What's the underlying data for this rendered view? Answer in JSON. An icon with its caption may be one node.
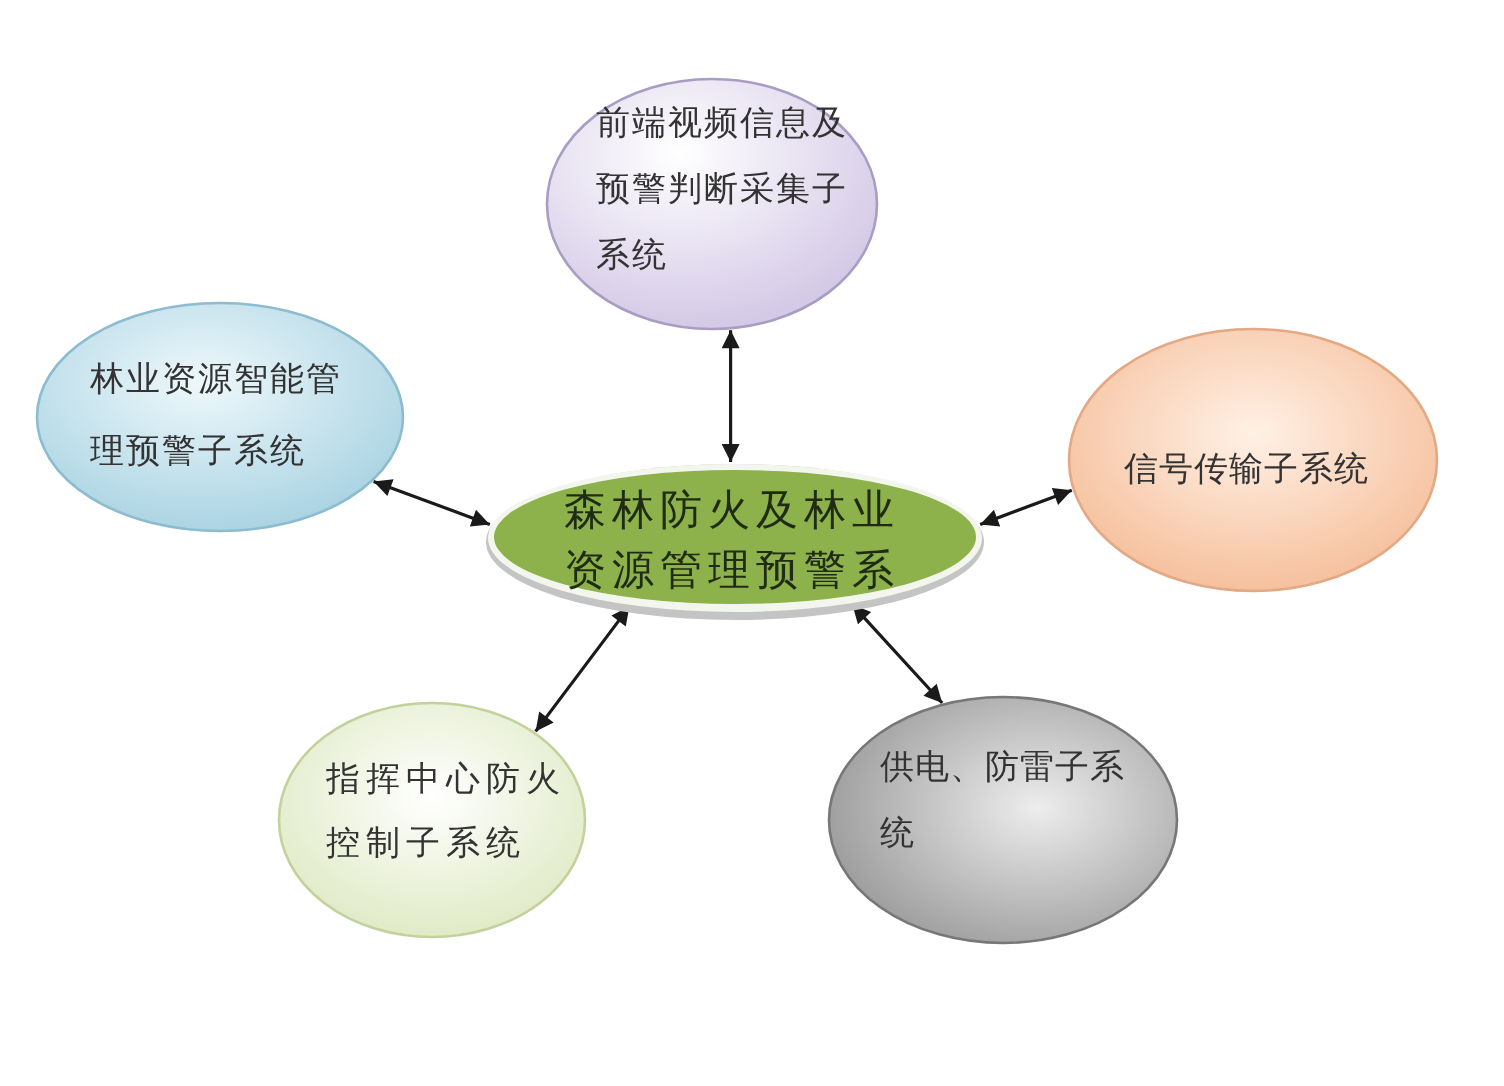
{
  "diagram": {
    "nodes": [
      {
        "text": [
          "前端视频信息及预警判断采集子系统"
        ]
      },
      {
        "text": [
          "林业资源智能管理预警子系统"
        ]
      },
      {
        "text": [
          "森林防火及林业资源管理预警系"
        ]
      },
      {
        "text": [
          "信号传输子系统"
        ]
      },
      {
        "text": [
          "指挥中心防火控制子系统"
        ]
      },
      {
        "text": [
          "供电、防雷子系统"
        ]
      }
    ],
    "edges": [
      {
        "from": 2,
        "to": 0,
        "arrow": "both"
      },
      {
        "from": 2,
        "to": 1,
        "arrow": "both"
      },
      {
        "from": 2,
        "to": 3,
        "arrow": "both"
      },
      {
        "from": 2,
        "to": 4,
        "arrow": "both"
      },
      {
        "from": 2,
        "to": 5,
        "arrow": "both"
      }
    ]
  }
}
